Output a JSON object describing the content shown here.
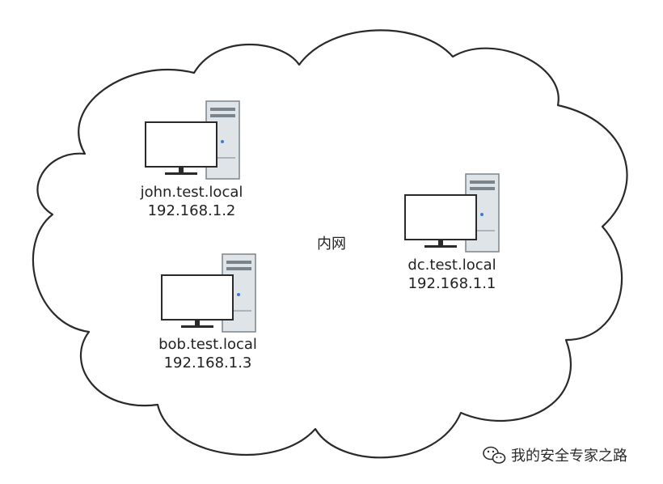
{
  "network": {
    "label": "内网"
  },
  "hosts": [
    {
      "hostname": "john.test.local",
      "ip": "192.168.1.2"
    },
    {
      "hostname": "bob.test.local",
      "ip": "192.168.1.3"
    },
    {
      "hostname": "dc.test.local",
      "ip": "192.168.1.1"
    }
  ],
  "watermark": {
    "text": "我的安全专家之路",
    "icon": "wechat-icon"
  },
  "colors": {
    "outline": "#2a2a2a",
    "tower_fill": "#dfe4e8",
    "tower_stroke": "#7a848c",
    "screen_fill": "#ffffff",
    "led": "#3a7bd5"
  }
}
